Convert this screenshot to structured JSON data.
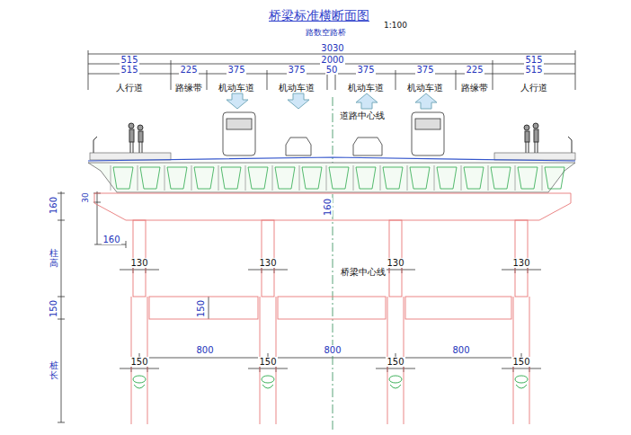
{
  "diagram": {
    "title": "桥梁标准横断面图",
    "labels": [
      "1:100",
      "路数空路桥",
      "3030",
      "515",
      "2000",
      "515",
      "515",
      "225",
      "375",
      "375",
      "50",
      "375",
      "375",
      "225",
      "515",
      "人行道",
      "路缘带",
      "机动车道",
      "机动车道",
      "机动车道",
      "机动车道",
      "路缘带",
      "人行道",
      "道路中心线",
      "160",
      "30",
      "160",
      "160",
      "柱高",
      "130",
      "130",
      "130",
      "130",
      "桥梁中心线",
      "150",
      "150",
      "桩长",
      "800",
      "800",
      "800",
      "150",
      "150",
      "150",
      "150"
    ]
  }
}
